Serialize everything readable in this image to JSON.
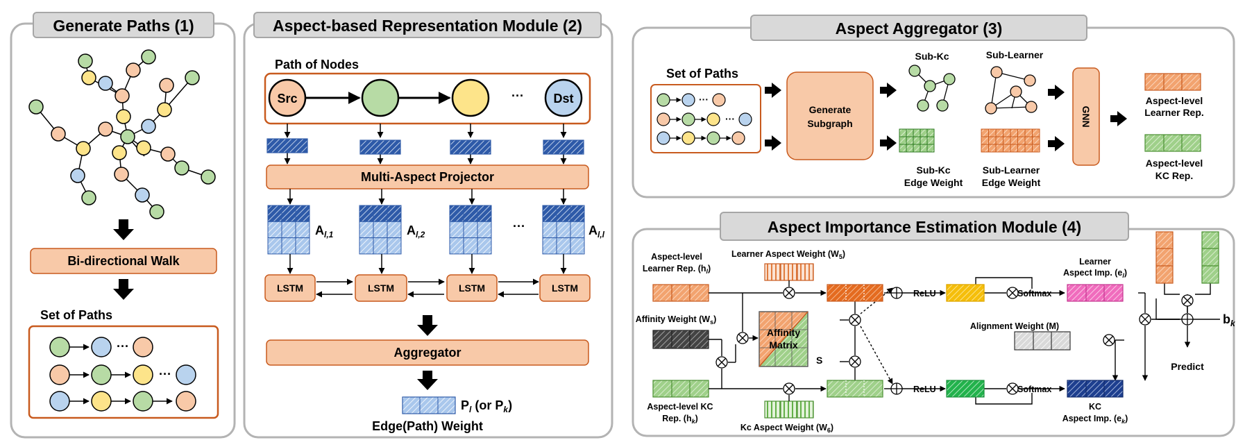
{
  "panels": {
    "p1": {
      "title": "Generate Paths (1)"
    },
    "p2": {
      "title": "Aspect-based Representation Module (2)"
    },
    "p3": {
      "title": "Aspect Aggregator (3)"
    },
    "p4": {
      "title": "Aspect Importance Estimation Module (4)"
    }
  },
  "p1": {
    "walk_label": "Bi-directional Walk",
    "set_label": "Set of Paths",
    "ellipsis": "···"
  },
  "p2": {
    "path_label": "Path of Nodes",
    "src": "Src",
    "dst": "Dst",
    "ellipsis": "···",
    "projector": "Multi-Aspect Projector",
    "a_prefix": "A",
    "a_subs": [
      "l,1",
      "l,2",
      "l,l"
    ],
    "lstm": "LSTM",
    "aggregator": "Aggregator",
    "p_label_main": "P",
    "p_label_sub": "l",
    "p_label_or": " (or P",
    "p_label_sub2": "k",
    "p_label_close": ")",
    "edge_weight": "Edge(Path) Weight"
  },
  "p3": {
    "set_label": "Set of Paths",
    "gen_sub_1": "Generate",
    "gen_sub_2": "Subgraph",
    "sub_kc": "Sub-Kc",
    "sub_learner": "Sub-Learner",
    "sub_kc_ew_1": "Sub-Kc",
    "sub_kc_ew_2": "Edge Weight",
    "sub_l_ew_1": "Sub-Learner",
    "sub_l_ew_2": "Edge Weight",
    "gnn": "GNN",
    "al_rep_1": "Aspect-level",
    "al_rep_2": "Learner Rep.",
    "ak_rep_1": "Aspect-level",
    "ak_rep_2": "KC Rep.",
    "ellipsis": "···"
  },
  "p4": {
    "al_rep_1": "Aspect-level",
    "al_rep_2": "Learner Rep. (h",
    "al_rep_sub": "l",
    "al_rep_close": ")",
    "law": "Learner Aspect Weight (W",
    "law_sub": "5",
    "law_close": ")",
    "aff_w": "Affinity Weight (W",
    "aff_w_sub": "s",
    "aff_w_close": ")",
    "aff_matrix_1": "Affinity",
    "aff_matrix_2": "Matrix",
    "s": "S",
    "relu": "ReLU",
    "softmax": "Softmax",
    "learner_imp_1": "Learner",
    "learner_imp_2": "Aspect Imp. (e",
    "learner_imp_sub": "l",
    "learner_imp_close": ")",
    "align": "Alignment Weight (M)",
    "kc_imp_1": "KC",
    "kc_imp_2": "Aspect Imp. (e",
    "kc_imp_sub": "k",
    "kc_imp_close": ")",
    "ak_rep_1": "Aspect-level KC",
    "ak_rep_2": "Rep. (h",
    "ak_rep_sub": "k",
    "ak_rep_close": ")",
    "kcw": "Kc Aspect Weight (W",
    "kcw_sub": "6",
    "kcw_close": ")",
    "bk": "b",
    "bk_sub": "k",
    "predict": "Predict"
  },
  "colors": {
    "orange": "#f8c9a8",
    "orange_border": "#c85a1e",
    "green": "#b7dba5",
    "yellow": "#fde48a",
    "blue": "#b9d3ee",
    "dark_blue": "#2e5aa8",
    "pink": "#f277c0",
    "gold": "#f5c211"
  }
}
